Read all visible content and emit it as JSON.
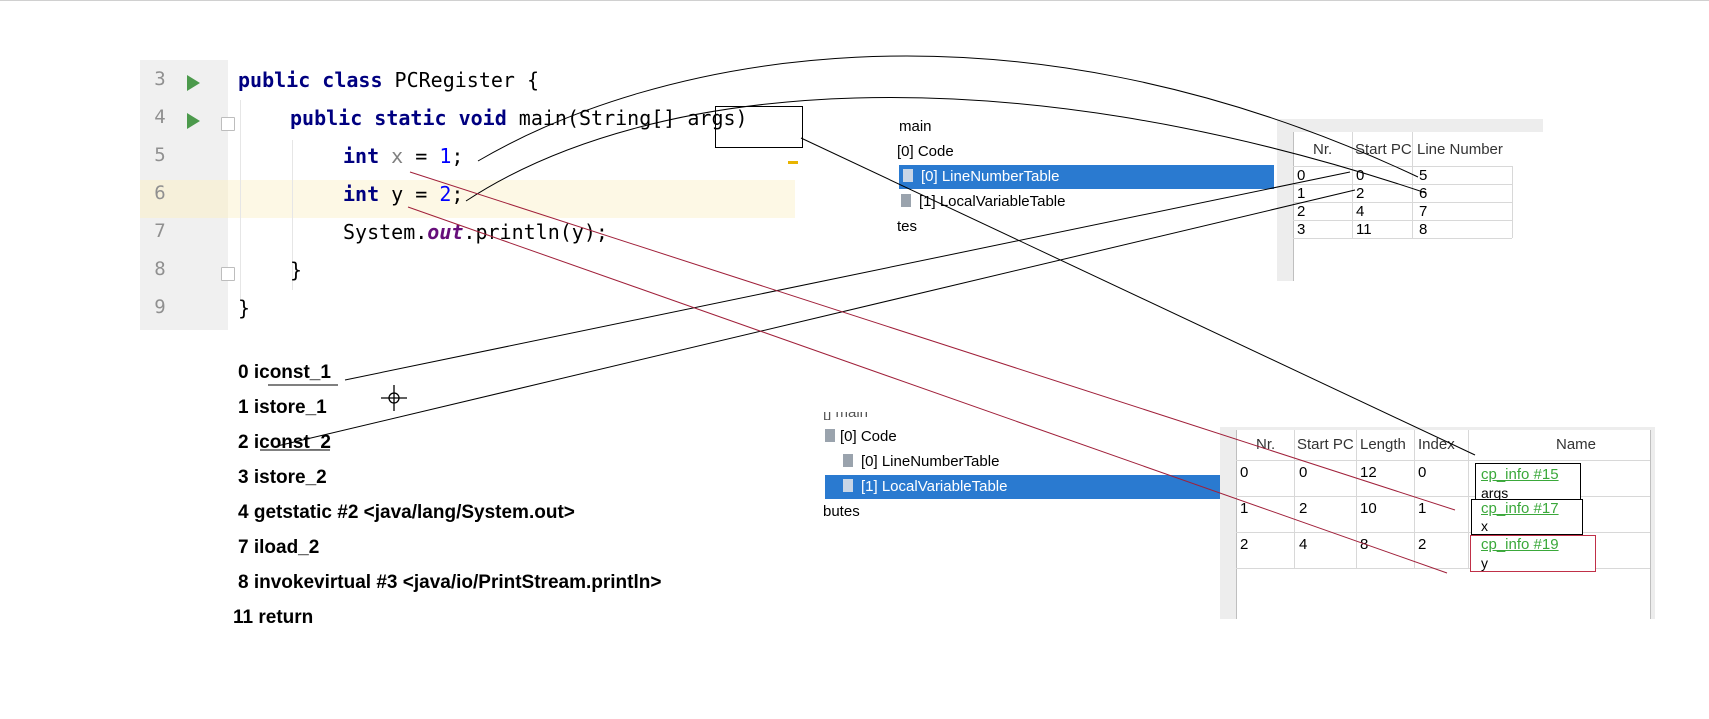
{
  "code": {
    "line_numbers": [
      "3",
      "4",
      "5",
      "6",
      "7",
      "8",
      "9"
    ],
    "lines": {
      "l3": {
        "kw1": "public",
        "kw2": "class",
        "rest": " PCRegister {"
      },
      "l4": {
        "kw1": "public",
        "kw2": "static",
        "kw3": "void",
        "rest": " main(String[] args)"
      },
      "l5": {
        "kw": "int",
        "var": "x",
        "eq": " = ",
        "num": "1",
        "end": ";"
      },
      "l6": {
        "kw": "int",
        "var": "y",
        "eq": " = ",
        "num": "2",
        "end": ";"
      },
      "l7": {
        "pre": "System.",
        "field": "out",
        "post": ".println(y);"
      },
      "l8": {
        "text": "}"
      },
      "l9": {
        "text": "}"
      }
    }
  },
  "bytecode": [
    "0 iconst_1",
    "1 istore_1",
    "2 iconst_2",
    "3 istore_2",
    "4 getstatic #2 <java/lang/System.out>",
    "7 iload_2",
    "8 invokevirtual #3 <java/io/PrintStream.println>",
    "11 return"
  ],
  "tree_top": {
    "items": [
      "main",
      "[0] Code",
      "[0] LineNumberTable",
      "[1] LocalVariableTable",
      "tes"
    ],
    "selected": "[0] LineNumberTable"
  },
  "tree_bottom": {
    "items": [
      "[] main",
      "[0] Code",
      "[0] LineNumberTable",
      "[1] LocalVariableTable",
      "butes"
    ],
    "selected": "[1] LocalVariableTable"
  },
  "line_number_table": {
    "headers": [
      "Nr.",
      "Start PC",
      "Line Number"
    ],
    "rows": [
      [
        "0",
        "0",
        "5"
      ],
      [
        "1",
        "2",
        "6"
      ],
      [
        "2",
        "4",
        "7"
      ],
      [
        "3",
        "11",
        "8"
      ]
    ]
  },
  "local_variable_table": {
    "headers": [
      "Nr.",
      "Start PC",
      "Length",
      "Index",
      "Name"
    ],
    "rows": [
      {
        "nr": "0",
        "start": "0",
        "length": "12",
        "index": "0",
        "name_link": "cp_info #15",
        "name": "args"
      },
      {
        "nr": "1",
        "start": "2",
        "length": "10",
        "index": "1",
        "name_link": "cp_info #17",
        "name": "x"
      },
      {
        "nr": "2",
        "start": "4",
        "length": "8",
        "index": "2",
        "name_link": "cp_info #19",
        "name": "y"
      }
    ]
  },
  "colors": {
    "keyword": "#000080",
    "number": "#0000ff",
    "static_field": "#660e7a",
    "selection": "#2a7ad0",
    "link": "#3aa83a",
    "connector_black": "#000000",
    "connector_red": "#a0203a"
  }
}
